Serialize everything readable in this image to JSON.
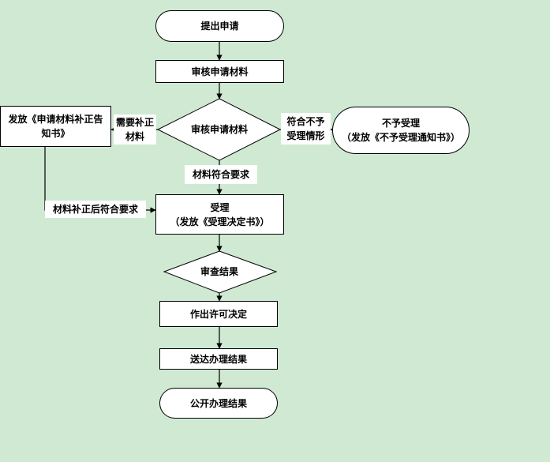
{
  "flowchart": {
    "nodes": {
      "submit_application": "提出申请",
      "review_materials": "审核申请材料",
      "review_decision": "审核申请材料",
      "notice_supplement": "发放《申请材料补正告\n知书》",
      "not_accepted": "不予受理\n（发放《不予受理通知书》）",
      "accept": "受理\n（发放《受理决定书》）",
      "examine_result": "审查结果",
      "make_license_decision": "作出许可决定",
      "deliver_result": "送达办理结果",
      "publish_result": "公开办理结果"
    },
    "edge_labels": {
      "needs_supplement": "需要补正\n材料",
      "not_meeting": "符合不予\n受理情形",
      "materials_meet": "材料符合要求",
      "after_supplement_meet": "材料补正后符合要求"
    }
  }
}
